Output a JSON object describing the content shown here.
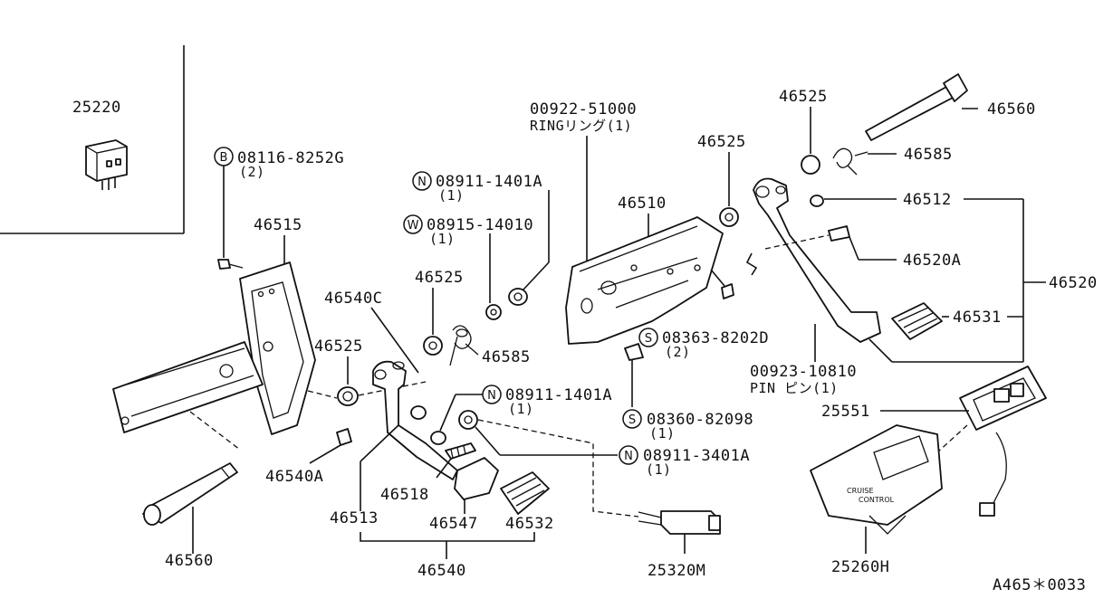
{
  "labels": {
    "p25220": "25220",
    "bolt_08116": "08116-8252G",
    "bolt_08116_qty": "(2)",
    "p46515": "46515",
    "nut_08911_1401a_top": "08911-1401A",
    "nut_08911_1401a_top_qty": "(1)",
    "wash_08915": "08915-14010",
    "wash_08915_qty": "(1)",
    "p46525_left": "46525",
    "p46540c": "46540C",
    "p46525_mid": "46525",
    "p46585_left": "46585",
    "ring_00922": "00922-51000",
    "ring_00922_desc": "RINGリング(1)",
    "p46510": "46510",
    "p46525_upper": "46525",
    "p46525_top": "46525",
    "p46560_top": "46560",
    "p46585_right": "46585",
    "p46512": "46512",
    "p46520a": "46520A",
    "p46520": "46520",
    "p46531": "46531",
    "screw_08363": "08363-8202D",
    "screw_08363_qty": "(2)",
    "pin_00923": "00923-10810",
    "pin_00923_desc": "PIN ピン(1)",
    "nut_08911_1401a_mid": "08911-1401A",
    "nut_08911_1401a_mid_qty": "(1)",
    "screw_08360": "08360-82098",
    "screw_08360_qty": "(1)",
    "nut_08911_3401a": "08911-3401A",
    "nut_08911_3401a_qty": "(1)",
    "p25551": "25551",
    "p46540a": "46540A",
    "p46518": "46518",
    "p46513": "46513",
    "p46547": "46547",
    "p46532": "46532",
    "p46560_bottom": "46560",
    "p46540": "46540",
    "p25320m": "25320M",
    "p25260h": "25260H",
    "drawing_code": "A465＊0033",
    "module_text_1": "CRUISE",
    "module_text_2": "CONTROL"
  },
  "circle_symbols": {
    "b": "B",
    "n1": "N",
    "w": "W",
    "s1": "S",
    "n2": "N",
    "s2": "S",
    "n3": "N"
  }
}
